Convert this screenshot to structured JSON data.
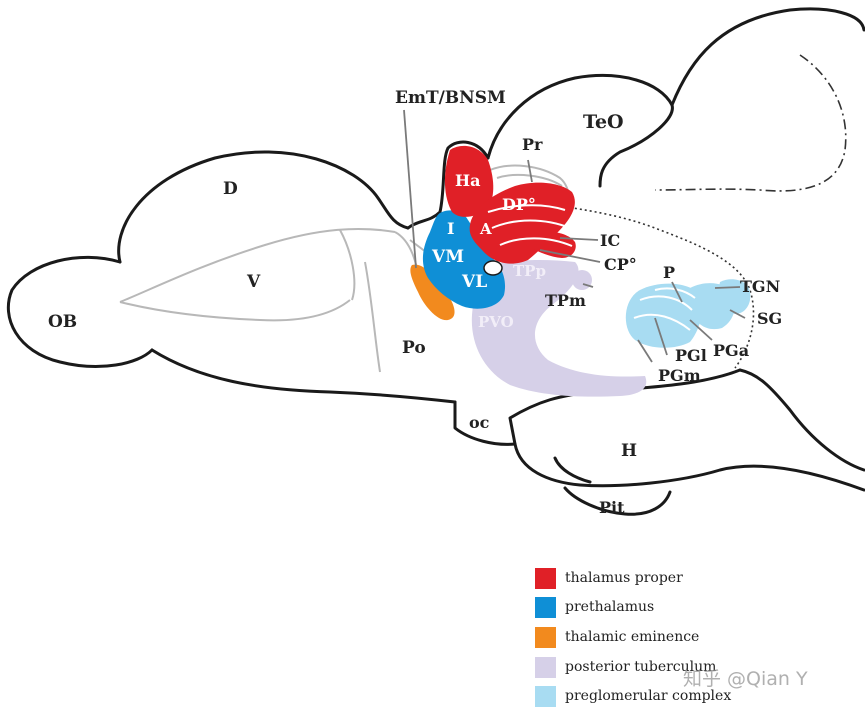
{
  "labels": {
    "emt": "EmT/BNSM",
    "teo": "TeO",
    "pr": "Pr",
    "ha": "Ha",
    "dp": "DP°",
    "d": "D",
    "i": "I",
    "a": "A",
    "ic": "IC",
    "vm": "VM",
    "cp": "CP°",
    "tpp": "TPp",
    "vl": "VL",
    "v": "V",
    "tpm": "TPm",
    "p": "P",
    "tgn": "TGN",
    "ob": "OB",
    "pvo": "PVO",
    "sg": "SG",
    "po": "Po",
    "pga": "PGa",
    "pgl": "PGl",
    "pgm": "PGm",
    "oc": "oc",
    "h": "H",
    "pit": "Pit"
  },
  "colors": {
    "thalamus_proper": "#e02027",
    "prethalamus": "#0f8fd6",
    "thalamic_eminence": "#f28a1e",
    "posterior_tuberculum": "#d6d0e8",
    "preglomerular_complex": "#a8dcf2"
  },
  "legend": [
    {
      "label": "thalamus proper",
      "color": "#e02027"
    },
    {
      "label": "prethalamus",
      "color": "#0f8fd6"
    },
    {
      "label": "thalamic eminence",
      "color": "#f28a1e"
    },
    {
      "label": "posterior tuberculum",
      "color": "#d6d0e8"
    },
    {
      "label": "preglomerular complex",
      "color": "#a8dcf2"
    }
  ],
  "watermark": "知乎 @Qian Y"
}
